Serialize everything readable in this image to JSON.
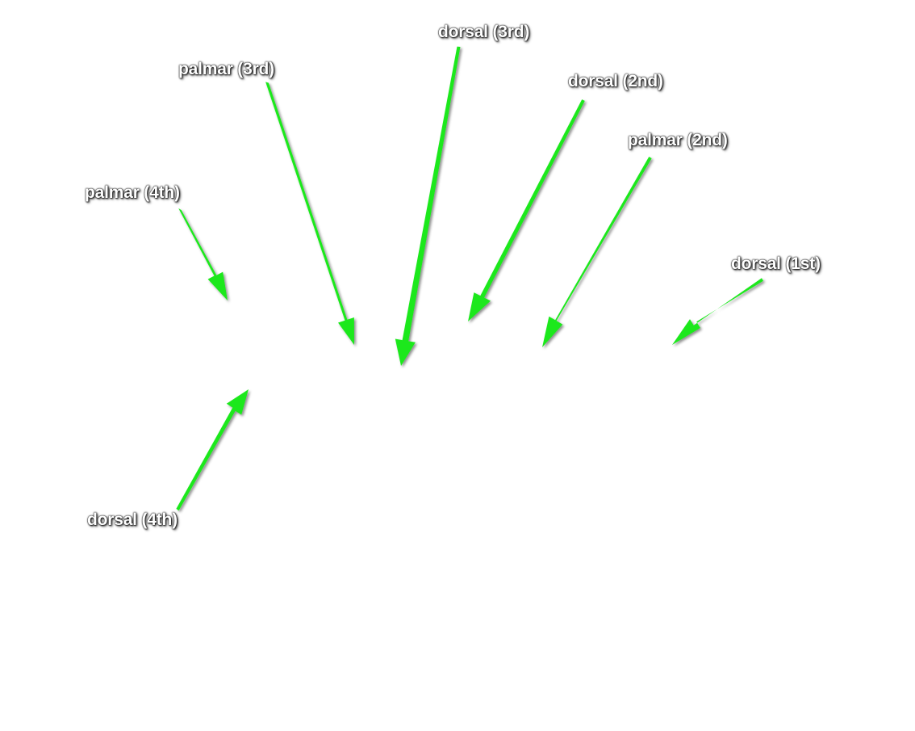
{
  "colors": {
    "arrow": "#1ee81e",
    "label_text": "#ffffff",
    "label_outline": "#000000"
  },
  "labels": {
    "dorsal_3rd": "dorsal (3rd)",
    "palmar_3rd": "palmar (3rd)",
    "dorsal_2nd": "dorsal (2nd)",
    "palmar_2nd": "palmar (2nd)",
    "palmar_4th": "palmar (4th)",
    "dorsal_1st": "dorsal (1st)",
    "dorsal_4th": "dorsal (4th)"
  }
}
